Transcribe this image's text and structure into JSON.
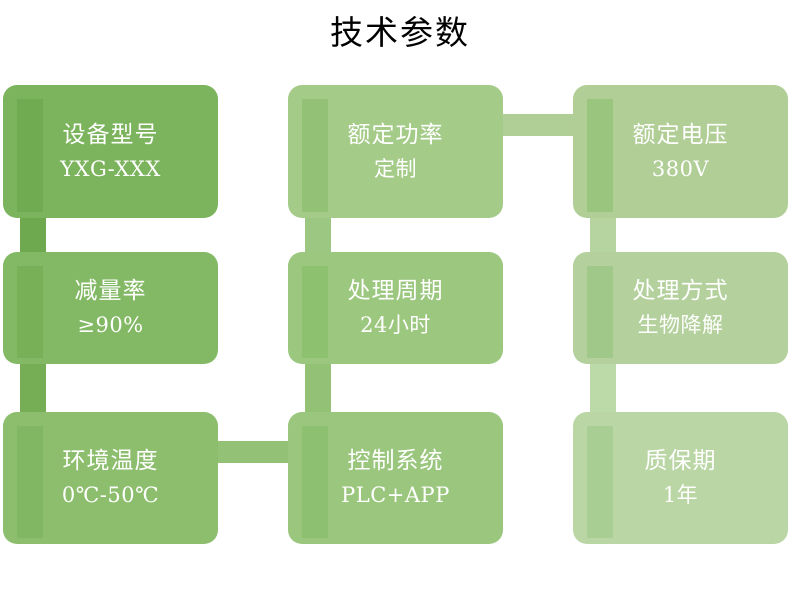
{
  "header": {
    "title": "技术参数"
  },
  "palette": {
    "background": "#ffffff",
    "title_color": "#000000",
    "card_text": "#ffffff",
    "green_dark": "#7BB45C",
    "green_mid": "#8CBE6D",
    "green_light": "#9CC77F",
    "green_lighter": "#A8CD8C",
    "green_pale": "#B0CE96",
    "green_palest": "#BDD8A6",
    "connector_dark": "#6FA94F",
    "connector_mid": "#8FC173",
    "connector_light": "#A9CD90",
    "connector_pale": "#BCD7AA"
  },
  "diagram": {
    "type": "grid-flow",
    "rows": 3,
    "columns": 3,
    "cards": [
      {
        "id": "device-model",
        "title": "设备型号",
        "value": "YXG-XXX",
        "row": 1,
        "column": 1,
        "fill": "#7BB45C",
        "accent": "#6FA94F"
      },
      {
        "id": "rated-power",
        "title": "额定功率",
        "value": "定制",
        "row": 1,
        "column": 2,
        "fill": "#A5CB89",
        "accent": "#8FC173"
      },
      {
        "id": "rated-voltage",
        "title": "额定电压",
        "value": "380V",
        "row": 1,
        "column": 3,
        "fill": "#B0CE96",
        "accent": "#96C37A"
      },
      {
        "id": "reduction-rate",
        "title": "减量率",
        "value": "≥90%",
        "row": 2,
        "column": 1,
        "fill": "#83B964",
        "accent": "#75AE55"
      },
      {
        "id": "treatment-cycle",
        "title": "处理周期",
        "value": "24小时",
        "row": 2,
        "column": 2,
        "fill": "#9CC77F",
        "accent": "#8BBE6C"
      },
      {
        "id": "treatment-method",
        "title": "处理方式",
        "value": "生物降解",
        "row": 2,
        "column": 3,
        "fill": "#B4D19D",
        "accent": "#9CC786"
      },
      {
        "id": "ambient-temperature",
        "title": "环境温度",
        "value": "0℃-50℃",
        "row": 3,
        "column": 1,
        "fill": "#8CBE6D",
        "accent": "#7FB560"
      },
      {
        "id": "control-system",
        "title": "控制系统",
        "value": "PLC+APP",
        "row": 3,
        "column": 2,
        "fill": "#9AC67D",
        "accent": "#8BBE6D"
      },
      {
        "id": "warranty-period",
        "title": "质保期",
        "value": "1年",
        "row": 3,
        "column": 3,
        "fill": "#BAD6A5",
        "accent": "#A6CC90"
      }
    ],
    "connectors": [
      {
        "id": "c1-v-r1r2",
        "orientation": "vertical",
        "from": "device-model",
        "to": "reduction-rate",
        "color": "#6FA94F"
      },
      {
        "id": "c1-v-r2r3",
        "orientation": "vertical",
        "from": "reduction-rate",
        "to": "ambient-temperature",
        "color": "#75AE55"
      },
      {
        "id": "c2-v-r1r2",
        "orientation": "vertical",
        "from": "rated-power",
        "to": "treatment-cycle",
        "color": "#9CC783"
      },
      {
        "id": "c2-v-r2r3",
        "orientation": "vertical",
        "from": "treatment-cycle",
        "to": "control-system",
        "color": "#93C277"
      },
      {
        "id": "c3-v-r1r2",
        "orientation": "vertical",
        "from": "rated-voltage",
        "to": "treatment-method",
        "color": "#B5D4A0"
      },
      {
        "id": "c3-v-r2r3",
        "orientation": "vertical",
        "from": "treatment-method",
        "to": "warranty-period",
        "color": "#BCD9A8"
      },
      {
        "id": "h-r1-c2c3",
        "orientation": "horizontal",
        "from": "rated-power",
        "to": "rated-voltage",
        "color": "#AFCF97"
      },
      {
        "id": "h-r3-c1c2",
        "orientation": "horizontal",
        "from": "ambient-temperature",
        "to": "control-system",
        "color": "#93C277"
      }
    ]
  }
}
